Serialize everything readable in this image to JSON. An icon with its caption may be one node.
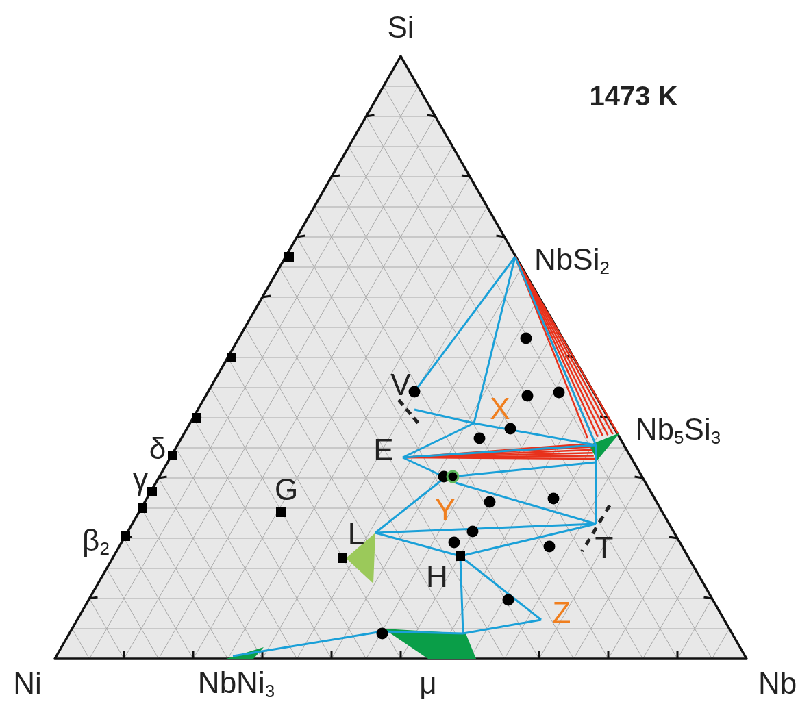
{
  "diagram": {
    "title": "1473 K",
    "labels": [
      "Si",
      "Ni",
      "Nb",
      "NbSi$_{2}$",
      "Nb$_{5}$Si$_{3}$",
      "NbNi$_{3}$",
      "μ",
      "δ",
      "γ",
      "β$_{2}$",
      "G",
      "L",
      "H",
      "E",
      "V",
      "T",
      "X",
      "Y",
      "Z"
    ]
  }
}
